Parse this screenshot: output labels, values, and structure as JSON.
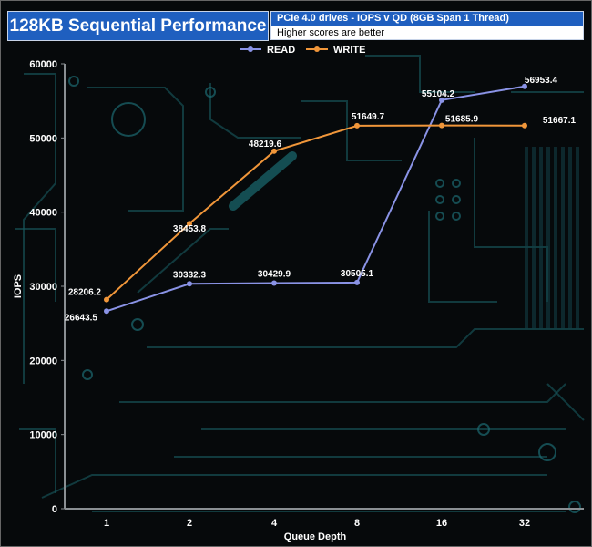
{
  "header": {
    "title": "128KB Sequential Performance",
    "subtitle": "PCIe 4.0 drives - IOPS v QD (8GB Span 1 Thread)",
    "note": "Higher scores are better"
  },
  "colors": {
    "read": "#8a93e6",
    "write": "#f0963a",
    "axis_text": "#ffffff",
    "grid": "#2a3a44"
  },
  "chart_data": {
    "type": "line",
    "categories": [
      "1",
      "2",
      "4",
      "8",
      "16",
      "32"
    ],
    "series": [
      {
        "name": "READ",
        "values": [
          26643.5,
          30332.3,
          30429.9,
          30505.1,
          55104.2,
          56953.4
        ]
      },
      {
        "name": "WRITE",
        "values": [
          28206.2,
          38453.8,
          48219.6,
          51649.7,
          51685.9,
          51667.1
        ]
      }
    ],
    "value_labels": {
      "READ": [
        "26643.5",
        "30332.3",
        "30429.9",
        "30505.1",
        "55104.2",
        "56953.4"
      ],
      "WRITE": [
        "28206.2",
        "38453.8",
        "48219.6",
        "51649.7",
        "51685.9",
        "51667.1"
      ]
    },
    "xlabel": "Queue Depth",
    "ylabel": "IOPS",
    "ylim": [
      0,
      60000
    ],
    "yticks": [
      0,
      10000,
      20000,
      30000,
      40000,
      50000,
      60000
    ],
    "legend_position": "top-center",
    "grid": false
  }
}
